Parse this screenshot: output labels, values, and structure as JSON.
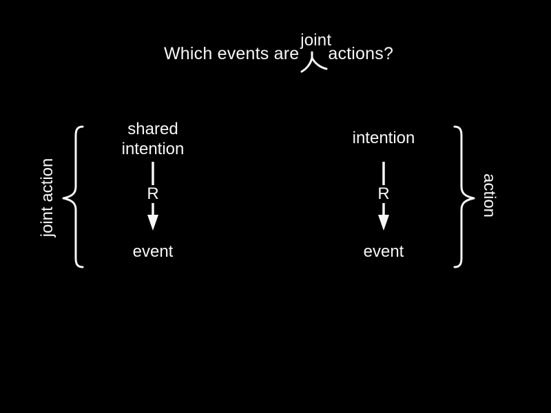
{
  "slide": {
    "colors": {
      "background": "#000000",
      "foreground": "#f7f7f7"
    },
    "title": {
      "before_caret": "Which events are",
      "inserted_word": "joint",
      "after_caret": "actions?"
    },
    "left_group": {
      "bracket_label": "joint action",
      "top_node": "shared\nintention",
      "relation_label": "R",
      "bottom_node": "event"
    },
    "right_group": {
      "bracket_label": "action",
      "top_node": "intention",
      "relation_label": "R",
      "bottom_node": "event"
    }
  }
}
